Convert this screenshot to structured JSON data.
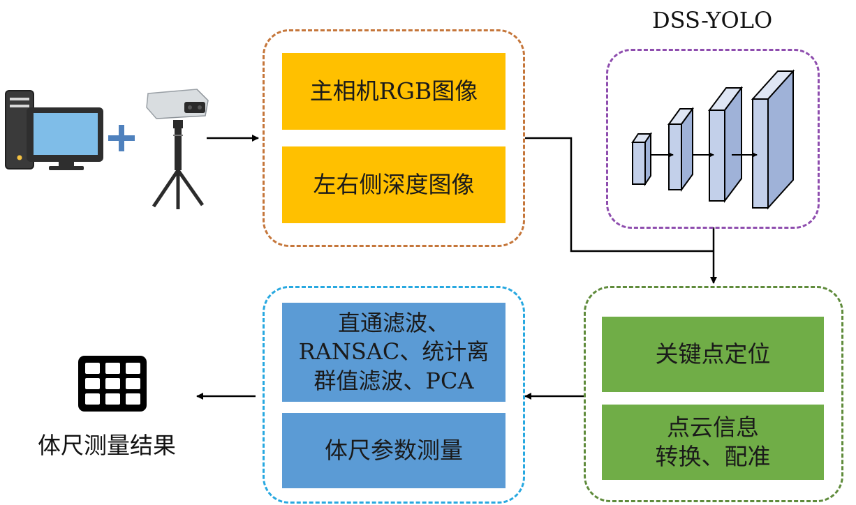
{
  "acquisition": {
    "block_rgb": "主相机RGB图像",
    "block_depth": "左右侧深度图像"
  },
  "model": {
    "title": "DSS-YOLO"
  },
  "keypoint": {
    "block_locate": "关键点定位",
    "block_convert": "点云信息\n转换、配准"
  },
  "processing": {
    "block_filter": "直通滤波、\nRANSAC、统计离\n群值滤波、PCA",
    "block_measure": "体尺参数测量"
  },
  "output": {
    "label": "体尺测量结果"
  },
  "icons": {
    "computer": "computer-icon",
    "plus": "plus-icon",
    "camera": "depth-camera-tripod-icon",
    "network": "cnn-layers-icon",
    "table": "table-grid-icon"
  },
  "colors": {
    "acquisition_border": "#c5763a",
    "model_border": "#8e4dae",
    "keypoint_border": "#5f8b3b",
    "processing_border": "#27a8e0",
    "orange_fill": "#ffc000",
    "green_fill": "#70ad47",
    "blue_fill": "#5b9bd5"
  }
}
